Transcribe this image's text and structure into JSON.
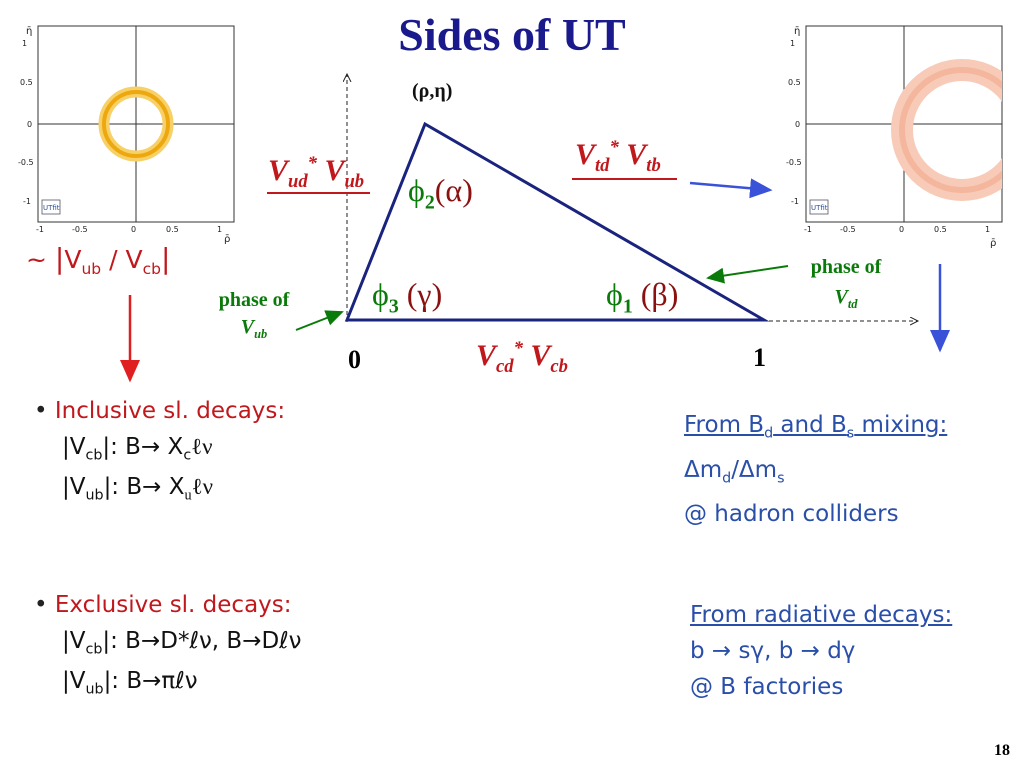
{
  "title": "Sides of UT",
  "apex_label": "(ρ,η)",
  "vertex_0": "0",
  "vertex_1": "1",
  "side_left": {
    "V": "V",
    "sub1": "ud",
    "star": "*",
    "V2": "V",
    "sub2": "ub"
  },
  "side_right": {
    "V": "V",
    "sub1": "td",
    "star": "*",
    "V2": "V",
    "sub2": "tb"
  },
  "side_bottom": {
    "V": "V",
    "sub1": "cd",
    "star": "*",
    "V2": "V",
    "sub2": "cb"
  },
  "angles": {
    "phi2": {
      "sym": "ϕ",
      "sub": "2",
      "paren": "(α)"
    },
    "phi3": {
      "sym": "ϕ",
      "sub": "3",
      "paren": "(γ)"
    },
    "phi1": {
      "sym": "ϕ",
      "sub": "1",
      "paren": "(β)"
    }
  },
  "phase_vub": {
    "line1": "phase of",
    "V": "V",
    "sub": "ub"
  },
  "phase_vtd": {
    "line1": "phase of",
    "V": "V",
    "sub": "td"
  },
  "ratio_label": {
    "tilde": "~",
    "V1": "V",
    "sub1": "ub",
    "slash": "/",
    "V2": "V",
    "sub2": "cb"
  },
  "inclusive": {
    "bullet": "•",
    "heading": "Inclusive sl. decays:",
    "line1": {
      "pre": "|V",
      "sub": "cb",
      "mid": "|:  B→ X",
      "sub2": "c",
      "post": "ℓν"
    },
    "line2": {
      "pre": "|V",
      "sub": "ub",
      "mid": "|:  B→ X",
      "sub2": "u",
      "post": "ℓν"
    }
  },
  "exclusive": {
    "bullet": "•",
    "heading": "Exclusive sl. decays:",
    "line1": {
      "pre": "|V",
      "sub": "cb",
      "post": "|:  B→D*ℓν, B→Dℓν"
    },
    "line2": {
      "pre": "|V",
      "sub": "ub",
      "post": "|:  B→πℓν"
    }
  },
  "mixing": {
    "heading_pre": "From B",
    "sub_d": "d",
    "heading_mid": " and B",
    "sub_s": "s",
    "heading_post": " mixing:",
    "line1_pre": "Δm",
    "line1_sub1": "d",
    "line1_mid": "/Δm",
    "line1_sub2": "s",
    "line2": "@ hadron colliders"
  },
  "radiative": {
    "heading": "From radiative decays:",
    "line1": "b → sγ, b → dγ",
    "line2": "@ B factories"
  },
  "ut_plot_left": {
    "yaxis_label": "η̄",
    "xaxis_label": "ρ̄",
    "yticks": [
      "1",
      "0.5",
      "0",
      "-0.5",
      "-1"
    ],
    "xticks": [
      "-1",
      "-0.5",
      "0",
      "0.5",
      "1"
    ],
    "logo": "UTfit",
    "ring_color": "#f2b21c"
  },
  "ut_plot_right": {
    "yaxis_label": "η̄",
    "xaxis_label": "ρ̄",
    "yticks": [
      "1",
      "0.5",
      "0",
      "-0.5",
      "-1"
    ],
    "xticks": [
      "-1",
      "-0.5",
      "0",
      "0.5",
      "1"
    ],
    "logo": "UTfit",
    "ring_color": "#f5b8a0"
  },
  "page_number": "18",
  "colors": {
    "title": "#1a1a8c",
    "triangle": "#1a237e",
    "red": "#c0181c",
    "green": "#0a7a0a",
    "blue_text": "#2a4fa8",
    "arrow_blue": "#3a52d8",
    "arrow_red": "#e02020"
  }
}
